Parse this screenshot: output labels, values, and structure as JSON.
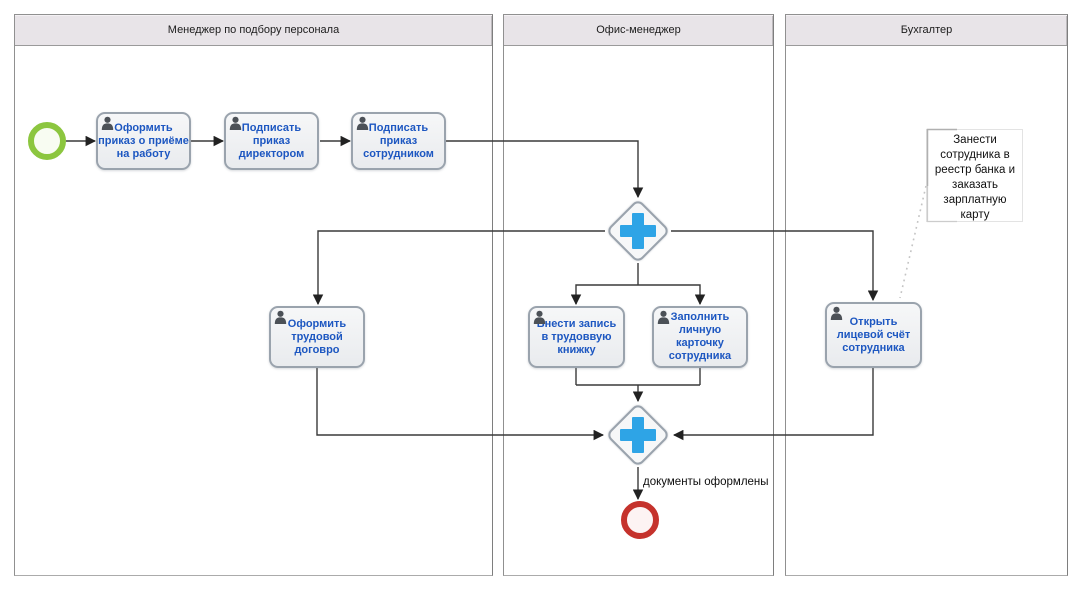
{
  "lanes": [
    {
      "title": "Менеджер по подбору персонала"
    },
    {
      "title": "Офис-менеджер"
    },
    {
      "title": "Бухгалтер"
    }
  ],
  "tasks": {
    "create_order": {
      "label": "Оформить\nприказ о приёме\nна работу"
    },
    "sign_director": {
      "label": "Подписать\nприказ\nдиректором"
    },
    "sign_employee": {
      "label": "Подписать\nприказ\nсотрудником"
    },
    "labor_contract": {
      "label": "Оформить\nтрудовой\nдоговро"
    },
    "work_record": {
      "label": "Внести запись\nв трудоввую\nкнижку"
    },
    "personal_card": {
      "label": "Заполнить\nличную\nкарточку\nсотрудника"
    },
    "open_account": {
      "label": "Открыть\nлицевой счёт\nсотрудника"
    }
  },
  "annotation": {
    "text": "Занести\nсотрудника в\nреестр банка и\nзаказать\nзарплатную\nкарту"
  },
  "flow_labels": {
    "end_state": "документы оформлены"
  },
  "icons": {
    "task": "user-icon",
    "gateway": "parallel-plus-icon",
    "start": "start-event-circle",
    "end": "end-event-circle"
  },
  "colors": {
    "task_text": "#1d57c1",
    "task_border": "#9aa3ad",
    "gateway_plus": "#2ea4e6",
    "start_ring": "#8cc63f",
    "end_ring": "#c5322c",
    "lane_header_bg": "#e8e4e8",
    "flow_line": "#3a3a3a"
  }
}
